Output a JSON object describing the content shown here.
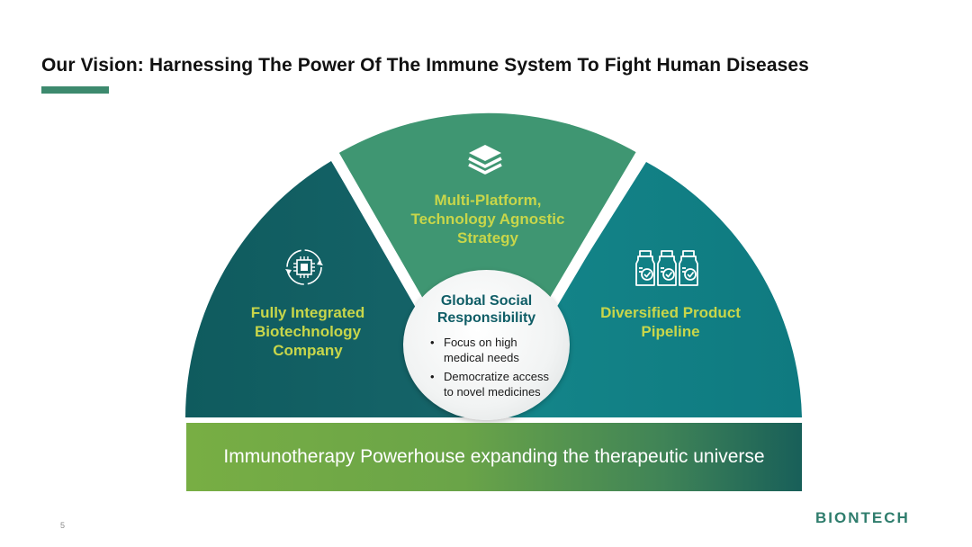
{
  "title": "Our Vision: Harnessing The Power Of The Immune System To Fight Human Diseases",
  "colors": {
    "accent": "#3d8a6e",
    "segment_left": "#0f5b5e",
    "segment_top": "#3f9672",
    "segment_right": "#137f86",
    "label": "#c8d64a",
    "center_title": "#0f5d66"
  },
  "segments": {
    "left": {
      "label": "Fully Integrated Biotechnology Company",
      "icon": "chip-cycle-icon"
    },
    "top": {
      "label": "Multi-Platform, Technology Agnostic Strategy",
      "icon": "layers-icon"
    },
    "right": {
      "label": "Diversified Product Pipeline",
      "icon": "vials-icon"
    }
  },
  "center": {
    "title": "Global Social Responsibility",
    "bullets": [
      "Focus on high medical needs",
      "Democratize access to novel medicines"
    ]
  },
  "banner": {
    "text": "Immunotherapy Powerhouse expanding the therapeutic universe"
  },
  "footer": {
    "page_number": "5",
    "logo": "BIONTECH"
  }
}
